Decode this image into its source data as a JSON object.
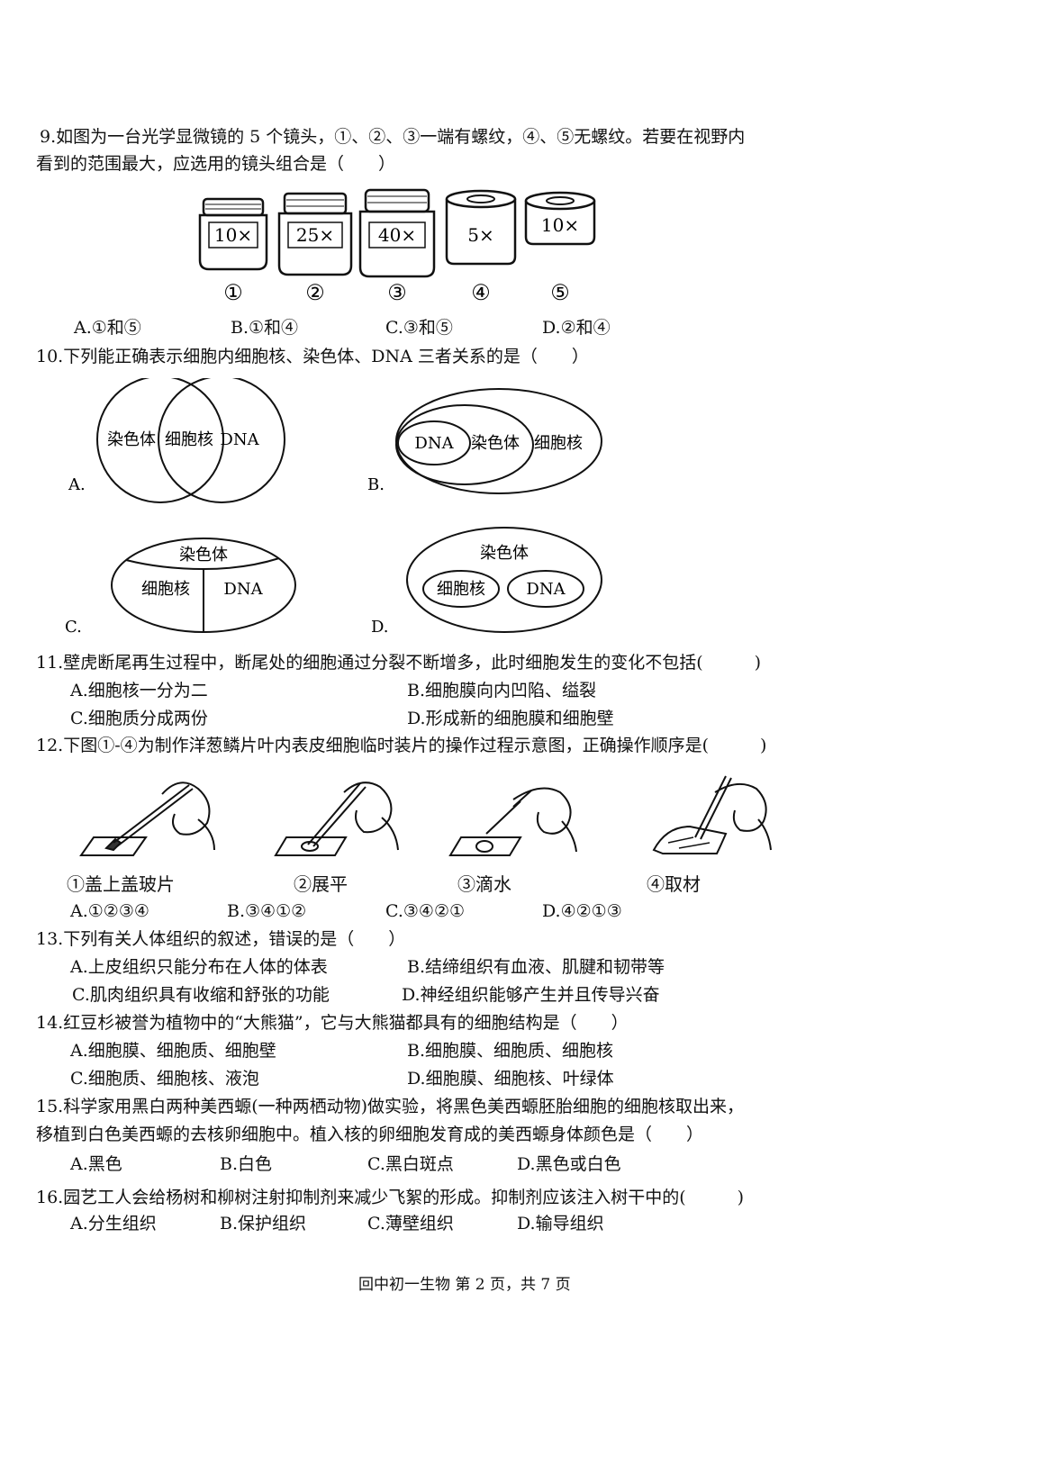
{
  "questions": {
    "q9": {
      "line1": "9.如图为一台光学显微镜的 5 个镜头，①、②、③一端有螺纹，④、⑤无螺纹。若要在视野内",
      "line2": "看到的范围最大，应选用的镜头组合是（　　）",
      "lenses": [
        {
          "label": "10×",
          "num": "①"
        },
        {
          "label": "25×",
          "num": "②"
        },
        {
          "label": "40×",
          "num": "③"
        },
        {
          "label": "5×",
          "num": "④"
        },
        {
          "label": "10×",
          "num": "⑤"
        }
      ],
      "options": [
        "A.①和⑤",
        "B.①和④",
        "C.③和⑤",
        "D.②和④"
      ]
    },
    "q10": {
      "text": "10.下列能正确表示细胞内细胞核、染色体、DNA 三者关系的是（　　）",
      "diagram_labels": {
        "chromosome": "染色体",
        "nucleus": "细胞核",
        "dna": "DNA"
      },
      "option_letters": [
        "A.",
        "B.",
        "C.",
        "D."
      ]
    },
    "q11": {
      "text": "11.壁虎断尾再生过程中，断尾处的细胞通过分裂不断增多，此时细胞发生的变化不包括(　　　)",
      "options": [
        "A.细胞核一分为二",
        "B.细胞膜向内凹陷、缢裂",
        "C.细胞质分成两份",
        "D.形成新的细胞膜和细胞壁"
      ]
    },
    "q12": {
      "text": "12.下图①-④为制作洋葱鳞片叶内表皮细胞临时装片的操作过程示意图，正确操作顺序是(　　　)",
      "captions": [
        "①盖上盖玻片",
        "②展平",
        "③滴水",
        "④取材"
      ],
      "options": [
        "A.①②③④",
        "B.③④①②",
        "C.③④②①",
        "D.④②①③"
      ]
    },
    "q13": {
      "text": "13.下列有关人体组织的叙述，错误的是（　　）",
      "options": [
        "A.上皮组织只能分布在人体的体表",
        "B.结缔组织有血液、肌腱和韧带等",
        "C.肌肉组织具有收缩和舒张的功能",
        "D.神经组织能够产生并且传导兴奋"
      ]
    },
    "q14": {
      "text": "14.红豆杉被誉为植物中的“大熊猫”，它与大熊猫都具有的细胞结构是（　　）",
      "options": [
        "A.细胞膜、细胞质、细胞壁",
        "B.细胞膜、细胞质、细胞核",
        "C.细胞质、细胞核、液泡",
        "D.细胞膜、细胞核、叶绿体"
      ]
    },
    "q15": {
      "line1": "15.科学家用黑白两种美西螈(一种两栖动物)做实验，将黑色美西螈胚胎细胞的细胞核取出来，",
      "line2": "移植到白色美西螈的去核卵细胞中。植入核的卵细胞发育成的美西螈身体颜色是（　　）",
      "options": [
        "A.黑色",
        "B.白色",
        "C.黑白斑点",
        "D.黑色或白色"
      ]
    },
    "q16": {
      "text": "16.园艺工人会给杨树和柳树注射抑制剂来减少飞絮的形成。抑制剂应该注入树干中的(　　　)",
      "options": [
        "A.分生组织",
        "B.保护组织",
        "C.薄壁组织",
        "D.输导组织"
      ]
    }
  },
  "footer": "回中初一生物  第 2 页，共 7 页"
}
